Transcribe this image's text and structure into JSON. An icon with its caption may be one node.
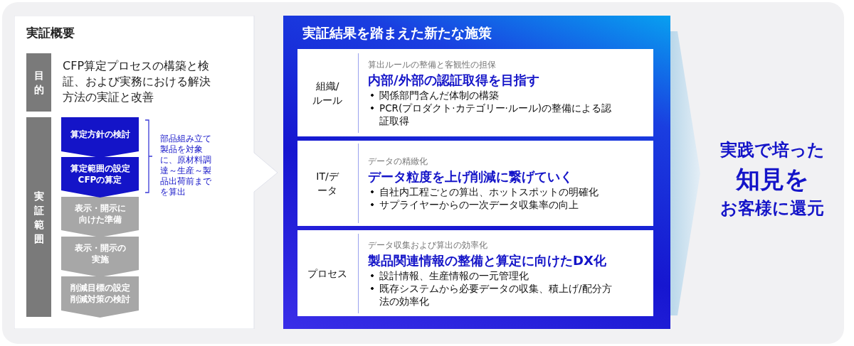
{
  "diagram": {
    "nodes": [
      {
        "text": [
          "実証概要"
        ]
      },
      {
        "text": [
          "目的"
        ],
        "in": 0,
        "beside": [
          "CFP算定プロセスの構築と検証、および実務における解決方法の実証と改善"
        ]
      },
      {
        "text": [
          "実証範囲"
        ],
        "in": 0
      },
      {
        "text": [
          "算定方針の検討"
        ],
        "in": 0
      },
      {
        "text": [
          "算定範囲の設定CFPの算定"
        ],
        "in": 0
      },
      {
        "text": [
          "表示・開示に向けた準備"
        ],
        "in": 0
      },
      {
        "text": [
          "表示・開示の実施"
        ],
        "in": 0
      },
      {
        "text": [
          "削減目標の設定削減対策の検討"
        ],
        "in": 0
      },
      {
        "text": [
          "実証結果を踏まえた新たな施策"
        ]
      },
      {
        "text": [
          "組織/ルール",
          "算出ルールの整備と客観性の担保",
          "内部/外部の認証取得を目指す",
          "関係部門含んだ体制の構築",
          "PCR(プロダクト·カテゴリー·ルール)の整備による認証取得"
        ],
        "in": 8
      },
      {
        "text": [
          "IT/データ",
          "データの精緻化",
          "データ粒度を上げ削減に繋げていく",
          "自社内工程ごとの算出、ホットスポットの明確化",
          "サプライヤーからの一次データ収集率の向上"
        ],
        "in": 8
      },
      {
        "text": [
          "プロセス",
          "データ収集および算出の効率化",
          "製品関連情報の整備と算定に向けたDX化",
          "設計情報、生産情報の一元管理化",
          "既存システムから必要データの収集、積上げ/配分方法の効率化"
        ],
        "in": 8
      },
      {
        "text": [],
        "shape": "chevron"
      }
    ],
    "edges": [
      {
        "from": 3,
        "to": 4,
        "arrow": "to",
        "color": "#1414c8"
      },
      {
        "from": 4,
        "to": 5,
        "arrow": "to",
        "color": "#1414c8"
      },
      {
        "from": 5,
        "to": 6,
        "arrow": "to"
      },
      {
        "from": 6,
        "to": 7,
        "arrow": "to"
      },
      {
        "from": 7,
        "to": null,
        "arrow": "to"
      }
    ],
    "labels": [
      "部品組み立て製品を対象に、原材料調達～生産～製品出荷前までを算出",
      "実践で培った",
      "知見を",
      "お客様に還元"
    ]
  }
}
